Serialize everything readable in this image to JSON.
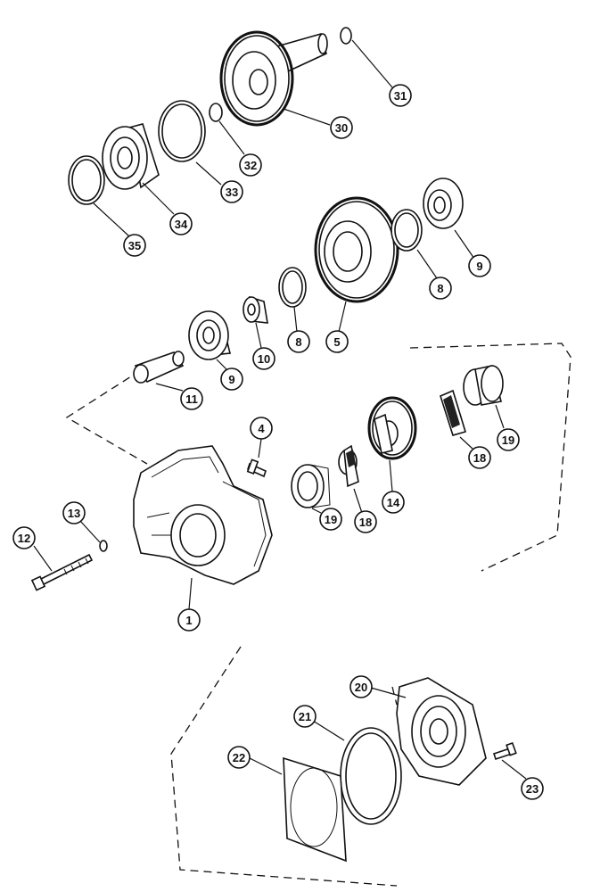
{
  "callouts": {
    "c31": "31",
    "c30": "30",
    "c32": "32",
    "c33": "33",
    "c34": "34",
    "c35": "35",
    "c9a": "9",
    "c8a": "8",
    "c5": "5",
    "c8b": "8",
    "c10": "10",
    "c9b": "9",
    "c11": "11",
    "c4": "4",
    "c19a": "19",
    "c18a": "18",
    "c14": "14",
    "c18b": "18",
    "c19b": "19",
    "c13": "13",
    "c12": "12",
    "c1": "1",
    "c20": "20",
    "c21": "21",
    "c22": "22",
    "c23": "23"
  }
}
